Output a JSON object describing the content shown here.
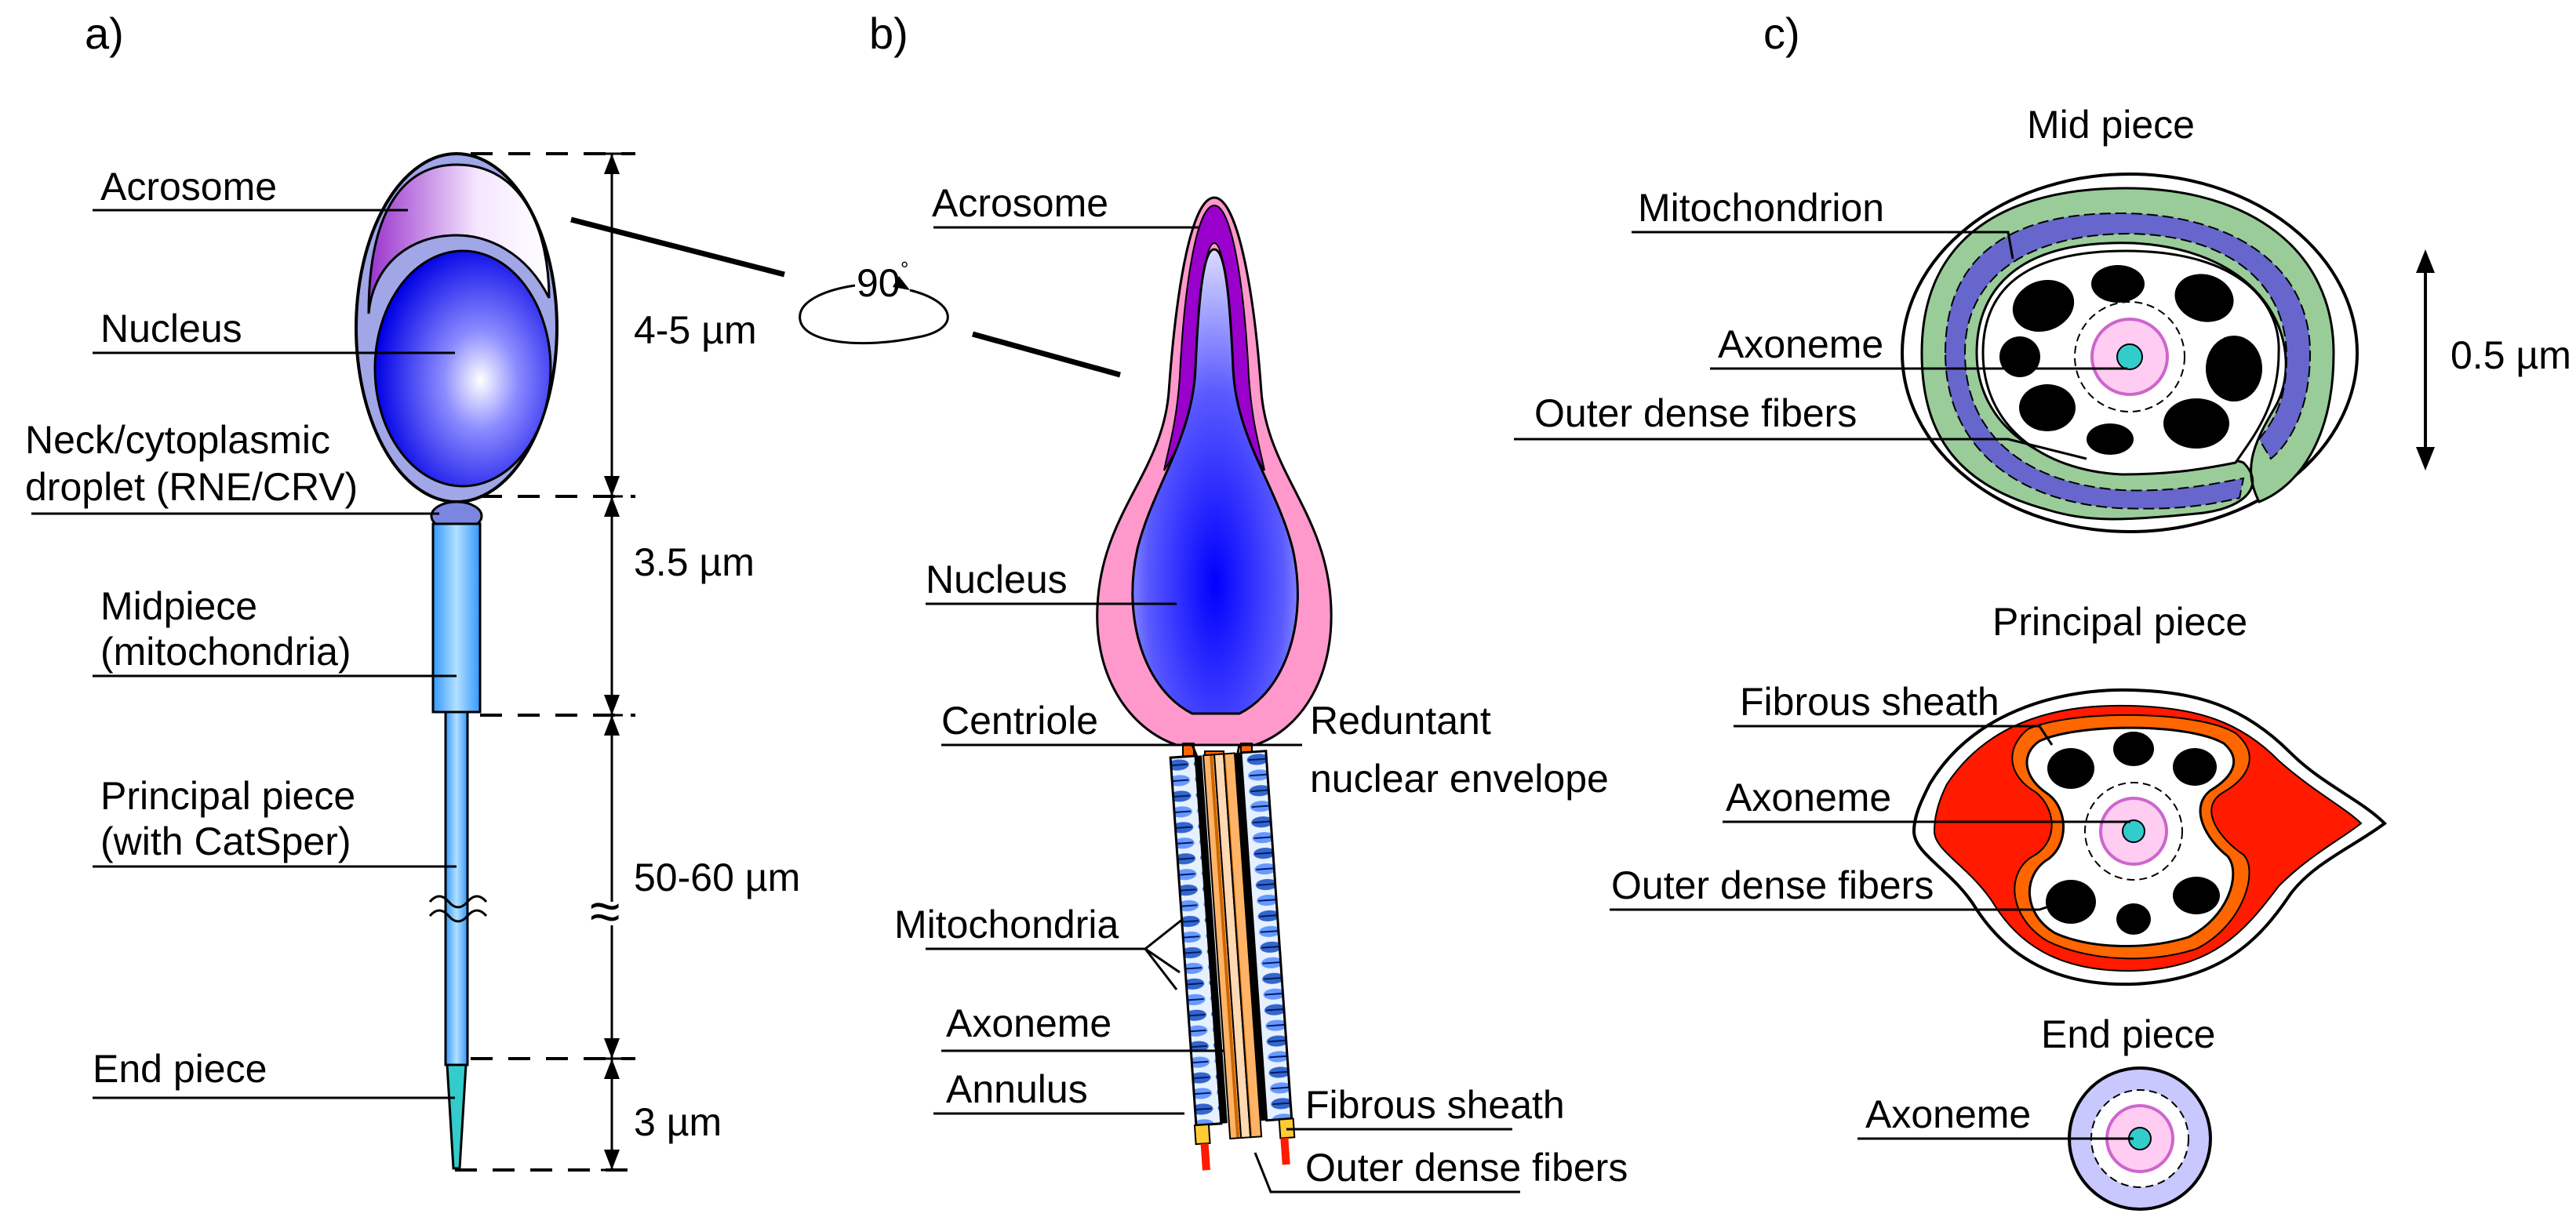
{
  "panels": {
    "a": "a)",
    "b": "b)",
    "c": "c)"
  },
  "panel_a": {
    "acrosome": "Acrosome",
    "nucleus": "Nucleus",
    "neck_line1": "Neck/cytoplasmic",
    "neck_line2": "droplet (RNE/CRV)",
    "midpiece_line1": "Midpiece",
    "midpiece_line2": "(mitochondria)",
    "principal_line1": "Principal piece",
    "principal_line2": "(with CatSper)",
    "end_piece": "End piece",
    "dims": {
      "head": "4-5 µm",
      "midpiece": "3.5 µm",
      "principal": "50-60 µm",
      "end": "3 µm"
    },
    "break_symbol": "≈"
  },
  "rotation": {
    "label": "90",
    "degree": "°"
  },
  "panel_b": {
    "acrosome": "Acrosome",
    "nucleus": "Nucleus",
    "centriole": "Centriole",
    "rne_line1": "Reduntant",
    "rne_line2": "nuclear envelope",
    "mitochondria": "Mitochondria",
    "axoneme": "Axoneme",
    "annulus": "Annulus",
    "fibrous_sheath": "Fibrous sheath",
    "outer_dense_fibers": "Outer dense fibers"
  },
  "panel_c": {
    "mid_piece": {
      "title": "Mid piece",
      "mitochondrion": "Mitochondrion",
      "axoneme": "Axoneme",
      "outer_dense_fibers": "Outer dense fibers",
      "scale": "0.5 µm"
    },
    "principal_piece": {
      "title": "Principal  piece",
      "fibrous_sheath": "Fibrous sheath",
      "axoneme": "Axoneme",
      "outer_dense_fibers": "Outer dense fibers"
    },
    "end_piece": {
      "title": "End  piece",
      "axoneme": "Axoneme"
    }
  },
  "colors": {
    "nucleus_blue": "#1a1aff",
    "acrosome_purple": "#9933cc",
    "membrane_pink": "#ff99cc",
    "mitochondria_green": "#99cc99",
    "mitochondria_blue": "#6666cc",
    "fibrous_orange": "#ff6600",
    "fibrous_red": "#ff1a00",
    "tail_blue": "#66ccff",
    "end_piece_lavender": "#c8c8ff"
  }
}
